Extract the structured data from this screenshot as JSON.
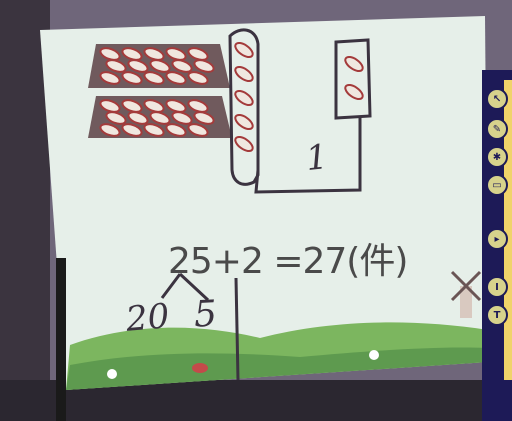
{
  "equation": "25+2 =27(件)",
  "handwriting": {
    "ones": "1",
    "tens": "20",
    "units": "5"
  },
  "toolbar": {
    "items": [
      {
        "icon": "pointer-icon",
        "glyph": "↖"
      },
      {
        "icon": "pen-icon",
        "glyph": "✎"
      },
      {
        "icon": "settings-icon",
        "glyph": "✱"
      },
      {
        "icon": "screen-icon",
        "glyph": "▭"
      },
      {
        "icon": "arrow-right-icon",
        "glyph": "▸"
      },
      {
        "icon": "text-icon",
        "glyph": "I"
      },
      {
        "icon": "type-icon",
        "glyph": "T"
      }
    ]
  },
  "colors": {
    "board": "#e6efe9",
    "frame": "#6f667a",
    "tray": "#705a5d",
    "cookie": "#f0e7df",
    "ink": "#3b3340",
    "toolbar": "#1d1a57",
    "tool_fill": "#d7d28c"
  }
}
